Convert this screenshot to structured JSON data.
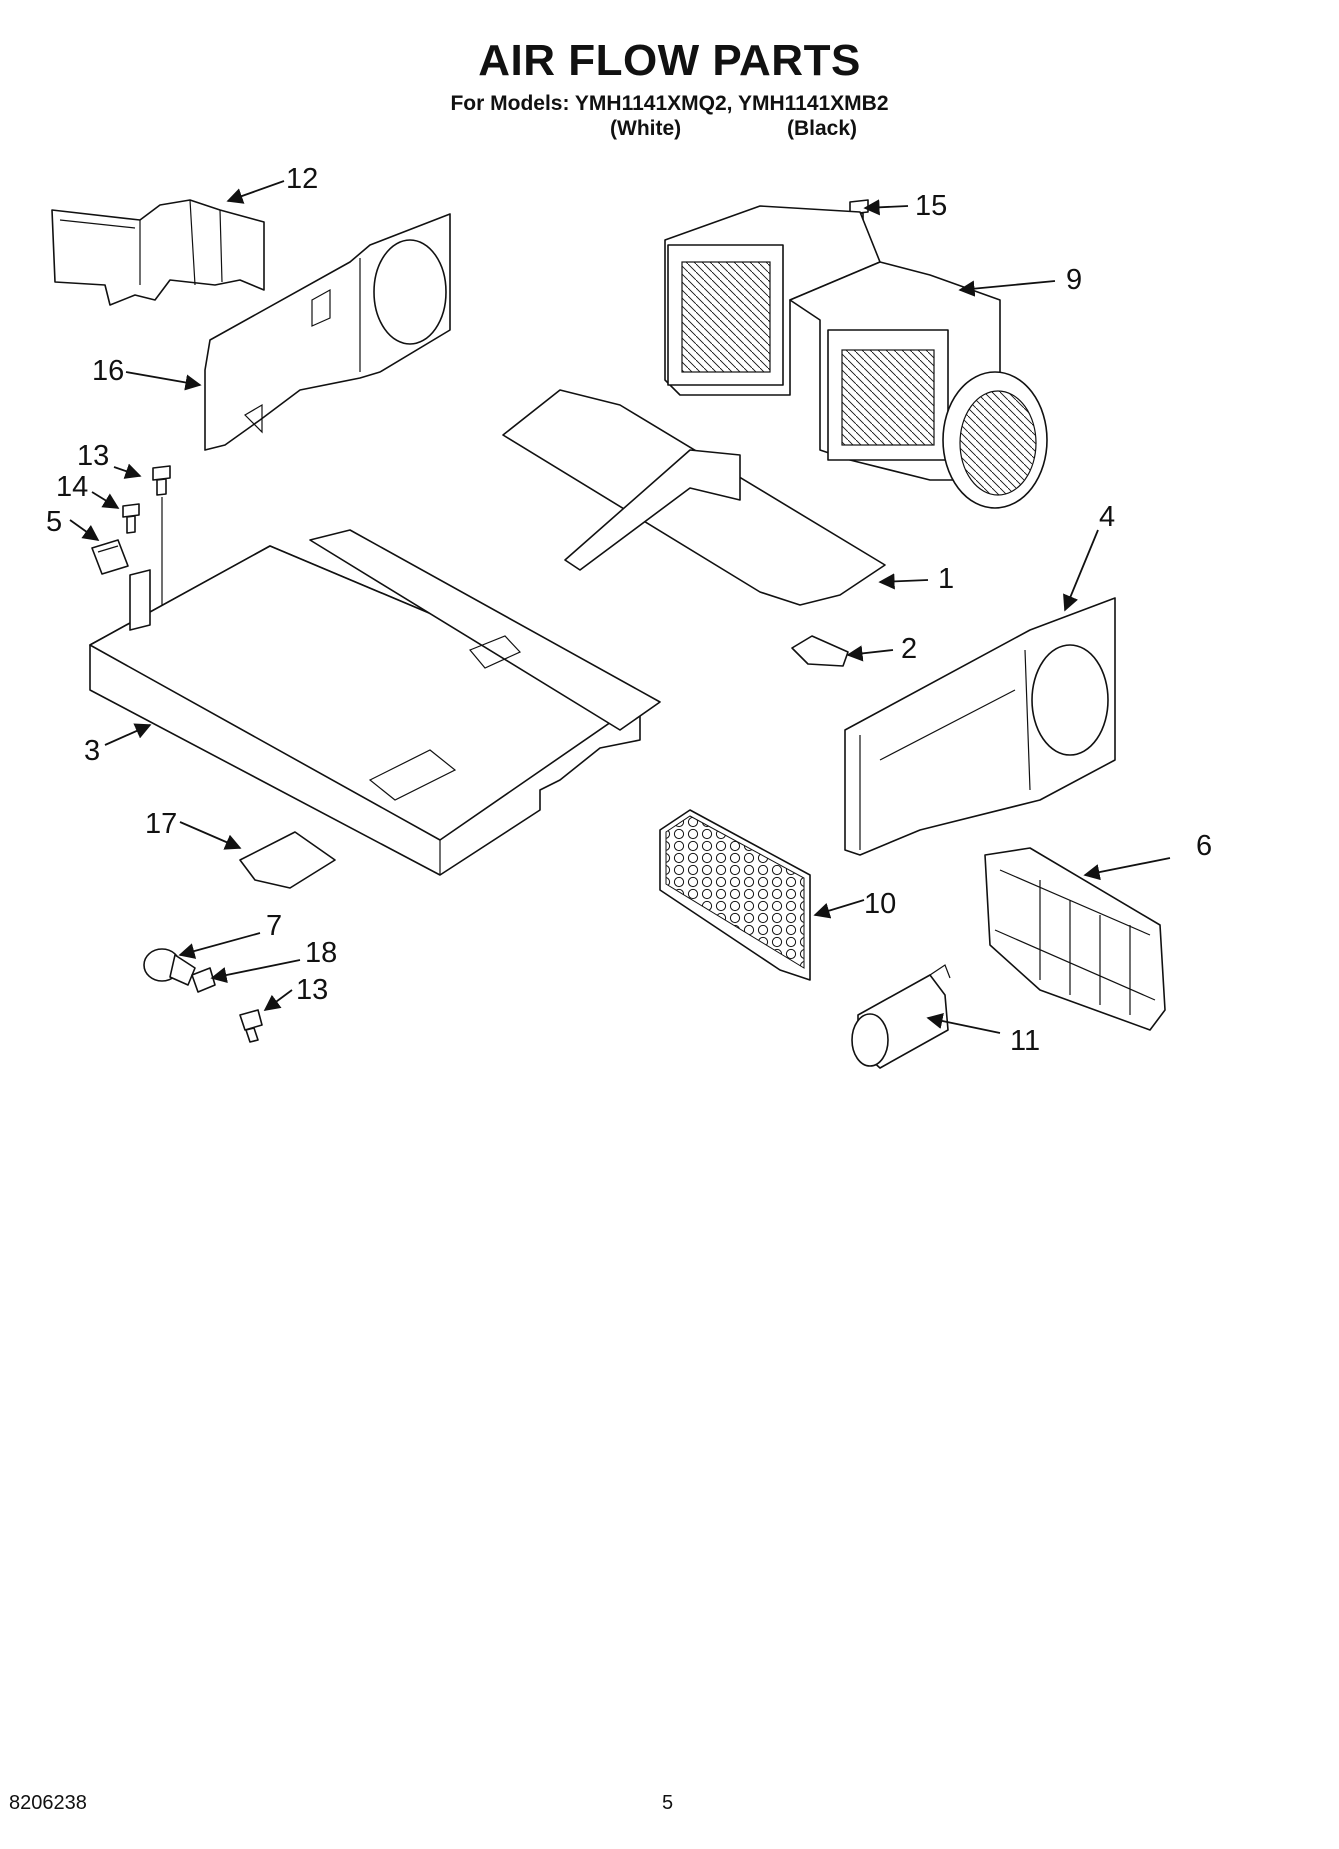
{
  "header": {
    "title": "AIR FLOW PARTS",
    "models_line": "For Models: YMH1141XMQ2, YMH1141XMB2",
    "variant_white": "(White)",
    "variant_black": "(Black)"
  },
  "callouts": [
    "1",
    "2",
    "3",
    "4",
    "5",
    "6",
    "7",
    "9",
    "10",
    "11",
    "12",
    "13",
    "13",
    "14",
    "15",
    "16",
    "17",
    "18"
  ],
  "footer": {
    "doc_number": "8206238",
    "page_number": "5"
  }
}
